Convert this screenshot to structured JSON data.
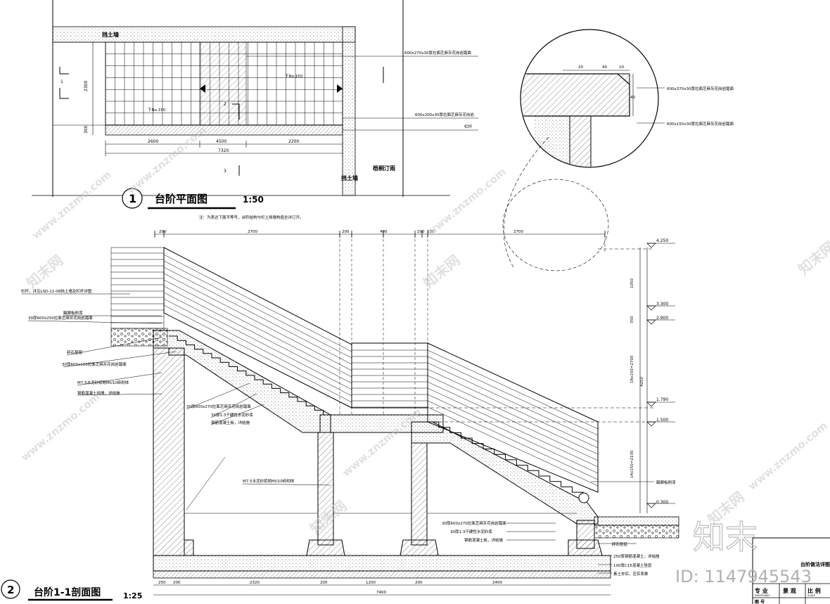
{
  "plan": {
    "title_no": "1",
    "title": "台阶平面图",
    "scale": "1:50",
    "label_wall_top": "挡土墙",
    "label_wall_bottom": "挡土墙",
    "label_tree": "梧桐汀雨",
    "callout_tile": "600x270x30厚拉面芝麻灰花岗岩踏面",
    "callout_edge": "600x200x30厚拉面芝麻灰花岗岩",
    "callout_rail": "栏杆",
    "dims": [
      "2600",
      "4500",
      "2200",
      "7320"
    ],
    "dim_v": [
      "2300",
      "300"
    ],
    "section_marks": [
      "1",
      "2",
      "3"
    ],
    "slope_notes": [
      "下No.150",
      "下No.150"
    ],
    "note": "注：为表达下面不等号，台阶结构与栏土挡墙构造全详订开。"
  },
  "detail": {
    "labels": [
      "600x370x30厚拉面芝麻灰花岗岩踏面",
      "600x150x30厚拉面芝麻灰花岗岩踏面"
    ],
    "dims": [
      "20",
      "40",
      "10",
      "40"
    ]
  },
  "section": {
    "title_no": "2",
    "title": "台阶1-1剖面图",
    "scale": "1:25",
    "top_dims": [
      "200",
      "2700",
      "200",
      "400",
      "200",
      "100",
      "2700"
    ],
    "bottom_dims": [
      "250",
      "200",
      "2320",
      "200",
      "1200",
      "200",
      "2400",
      "7400"
    ],
    "elevations": [
      "4.250",
      "3.300",
      "2.900",
      "1.790",
      "1.500",
      "0.300"
    ],
    "v_dims": [
      "1050",
      "350",
      "18x150=2700",
      "4250",
      "14x150=2100"
    ],
    "left_labels": [
      "栏杆，详见LSD-11-08挡土墙及栏杆详图",
      "踢脚板刷漆",
      "30厚600x250拉面芝麻灰花岗岩踏面",
      "碎石垫层",
      "30厚600x150拉面芝麻灰花岗岩踏面",
      "M7.5水泥砂浆砌MU10砖砌体",
      "钢筋混凝土挡墙，详结施"
    ],
    "mid_labels": [
      "30厚600x270拉面芝麻灰花岗岩踏面",
      "30厚1:3干硬性水泥砂浆",
      "钢筋混凝土板，详结施",
      "M7.5水泥砂浆砌MU10砖砌体"
    ],
    "right_labels": [
      "踢脚板刷漆",
      "30厚600x270拉面芝麻灰花岗岩踏面",
      "30厚1:3干硬性水泥砂浆",
      "钢筋混凝土板，详结施",
      "碎石垫层",
      "250厚钢筋混凝土，详结施",
      "100厚C15混凝土垫层",
      "素土夯实，压实系数"
    ]
  },
  "title_block": {
    "name": "台阶做法详图",
    "row_labels": [
      "专 业",
      "景 观",
      "比 例"
    ],
    "sub_labels": [
      "DISCIPLINES",
      "SCALE"
    ],
    "partial": "图 号"
  },
  "watermark": {
    "site": "www.znzmo.com",
    "brand": "知末网",
    "logo": "知末",
    "id_text": "ID: 1147945543"
  }
}
